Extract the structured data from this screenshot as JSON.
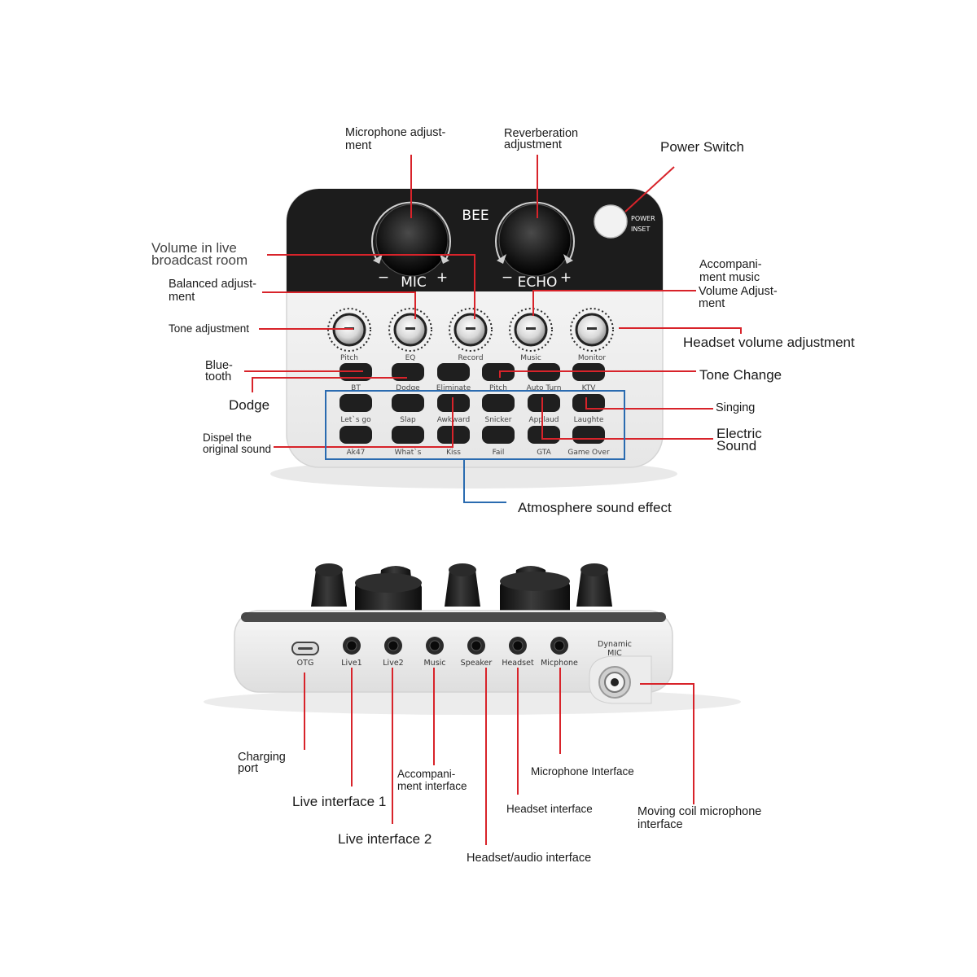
{
  "colors": {
    "leader": "#d8232a",
    "group_box": "#2a6bb0",
    "panel_dark": "#1c1c1c",
    "body_white": "#f4f4f4"
  },
  "device_top": {
    "brand": "BEE",
    "big_knobs": [
      {
        "label": "MIC",
        "minus": "−",
        "plus": "+"
      },
      {
        "label": "ECHO",
        "minus": "−",
        "plus": "+"
      }
    ],
    "power_labels": [
      "POWER",
      "INSET"
    ],
    "small_knobs": [
      "Pitch",
      "EQ",
      "Record",
      "Music",
      "Monitor"
    ],
    "mode_buttons": [
      "BT",
      "Dodge",
      "Eliminate",
      "Pitch",
      "Auto Turn",
      "KTV"
    ],
    "effect_row1": [
      "Let`s go",
      "Slap",
      "Awkward",
      "Snicker",
      "Applaud",
      "Laughte"
    ],
    "effect_row2": [
      "Ak47",
      "What`s",
      "Kiss",
      "Fail",
      "GTA",
      "Game Over"
    ]
  },
  "device_back": {
    "ports": [
      "OTG",
      "Live1",
      "Live2",
      "Music",
      "Speaker",
      "Headset",
      "Micphone"
    ],
    "dynamic_mic": [
      "Dynamic",
      "MIC"
    ]
  },
  "callouts_top": {
    "mic_adjust": [
      "Microphone adjust-",
      "ment"
    ],
    "reverb": [
      "Reverberation",
      "adjustment"
    ],
    "power": "Power Switch",
    "live_volume": [
      "Volume in live",
      "broadcast room"
    ],
    "balanced": [
      "Balanced adjust-",
      "ment"
    ],
    "accompaniment": [
      "Accompani-",
      "ment music",
      "Volume Adjust-",
      "ment"
    ],
    "tone": "Tone adjustment",
    "headset_volume": "Headset volume adjustment",
    "bluetooth": [
      "Blue-",
      "tooth"
    ],
    "tone_change": "Tone Change",
    "dodge": "Dodge",
    "singing": "Singing",
    "dispel": [
      "Dispel the",
      "original sound"
    ],
    "electric": [
      "Electric",
      "Sound"
    ],
    "atmosphere": "Atmosphere sound effect"
  },
  "callouts_back": {
    "charging": [
      "Charging",
      "port"
    ],
    "live1": "Live interface 1",
    "accomp": [
      "Accompani-",
      "ment interface"
    ],
    "mic_interface": "Microphone Interface",
    "headset": "Headset interface",
    "moving_coil": [
      "Moving coil microphone",
      "interface"
    ],
    "live2": "Live interface 2",
    "headset_audio": "Headset/audio interface"
  }
}
